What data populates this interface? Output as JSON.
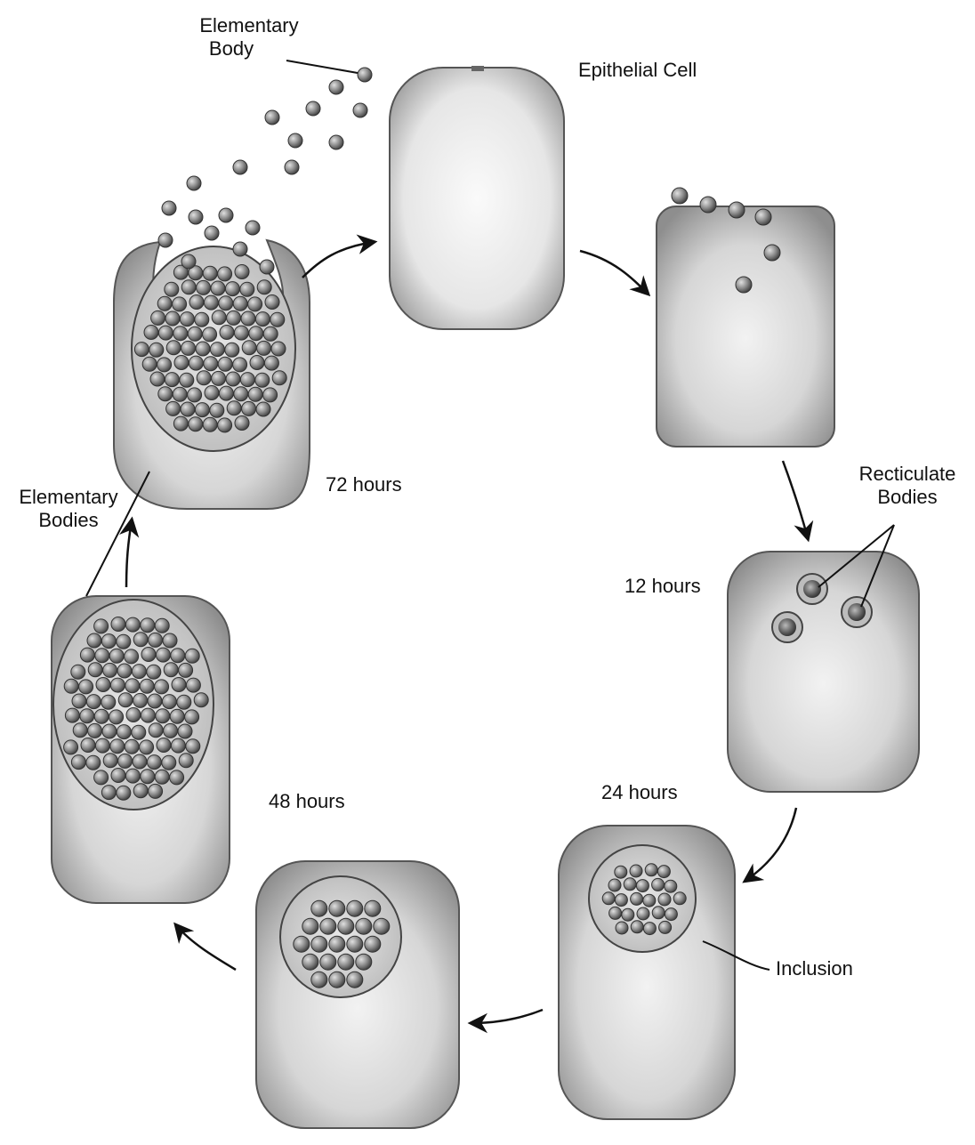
{
  "labels": {
    "elementary_body_line1": "Elementary",
    "elementary_body_line2": "Body",
    "epithelial_cell": "Epithelial Cell",
    "reticulate_line1": "Recticulate",
    "reticulate_line2": "Bodies",
    "hours_12": "12 hours",
    "hours_24": "24 hours",
    "hours_48": "48 hours",
    "hours_72": "72 hours",
    "inclusion": "Inclusion",
    "elementary_bodies_line1": "Elementary",
    "elementary_bodies_line2": "Bodies"
  },
  "colors": {
    "cell_dark": "#9a9a9a",
    "cell_light": "#ececec",
    "body_dark": "#4a4a4a",
    "body_light": "#bdbdbd",
    "line": "#111111"
  }
}
